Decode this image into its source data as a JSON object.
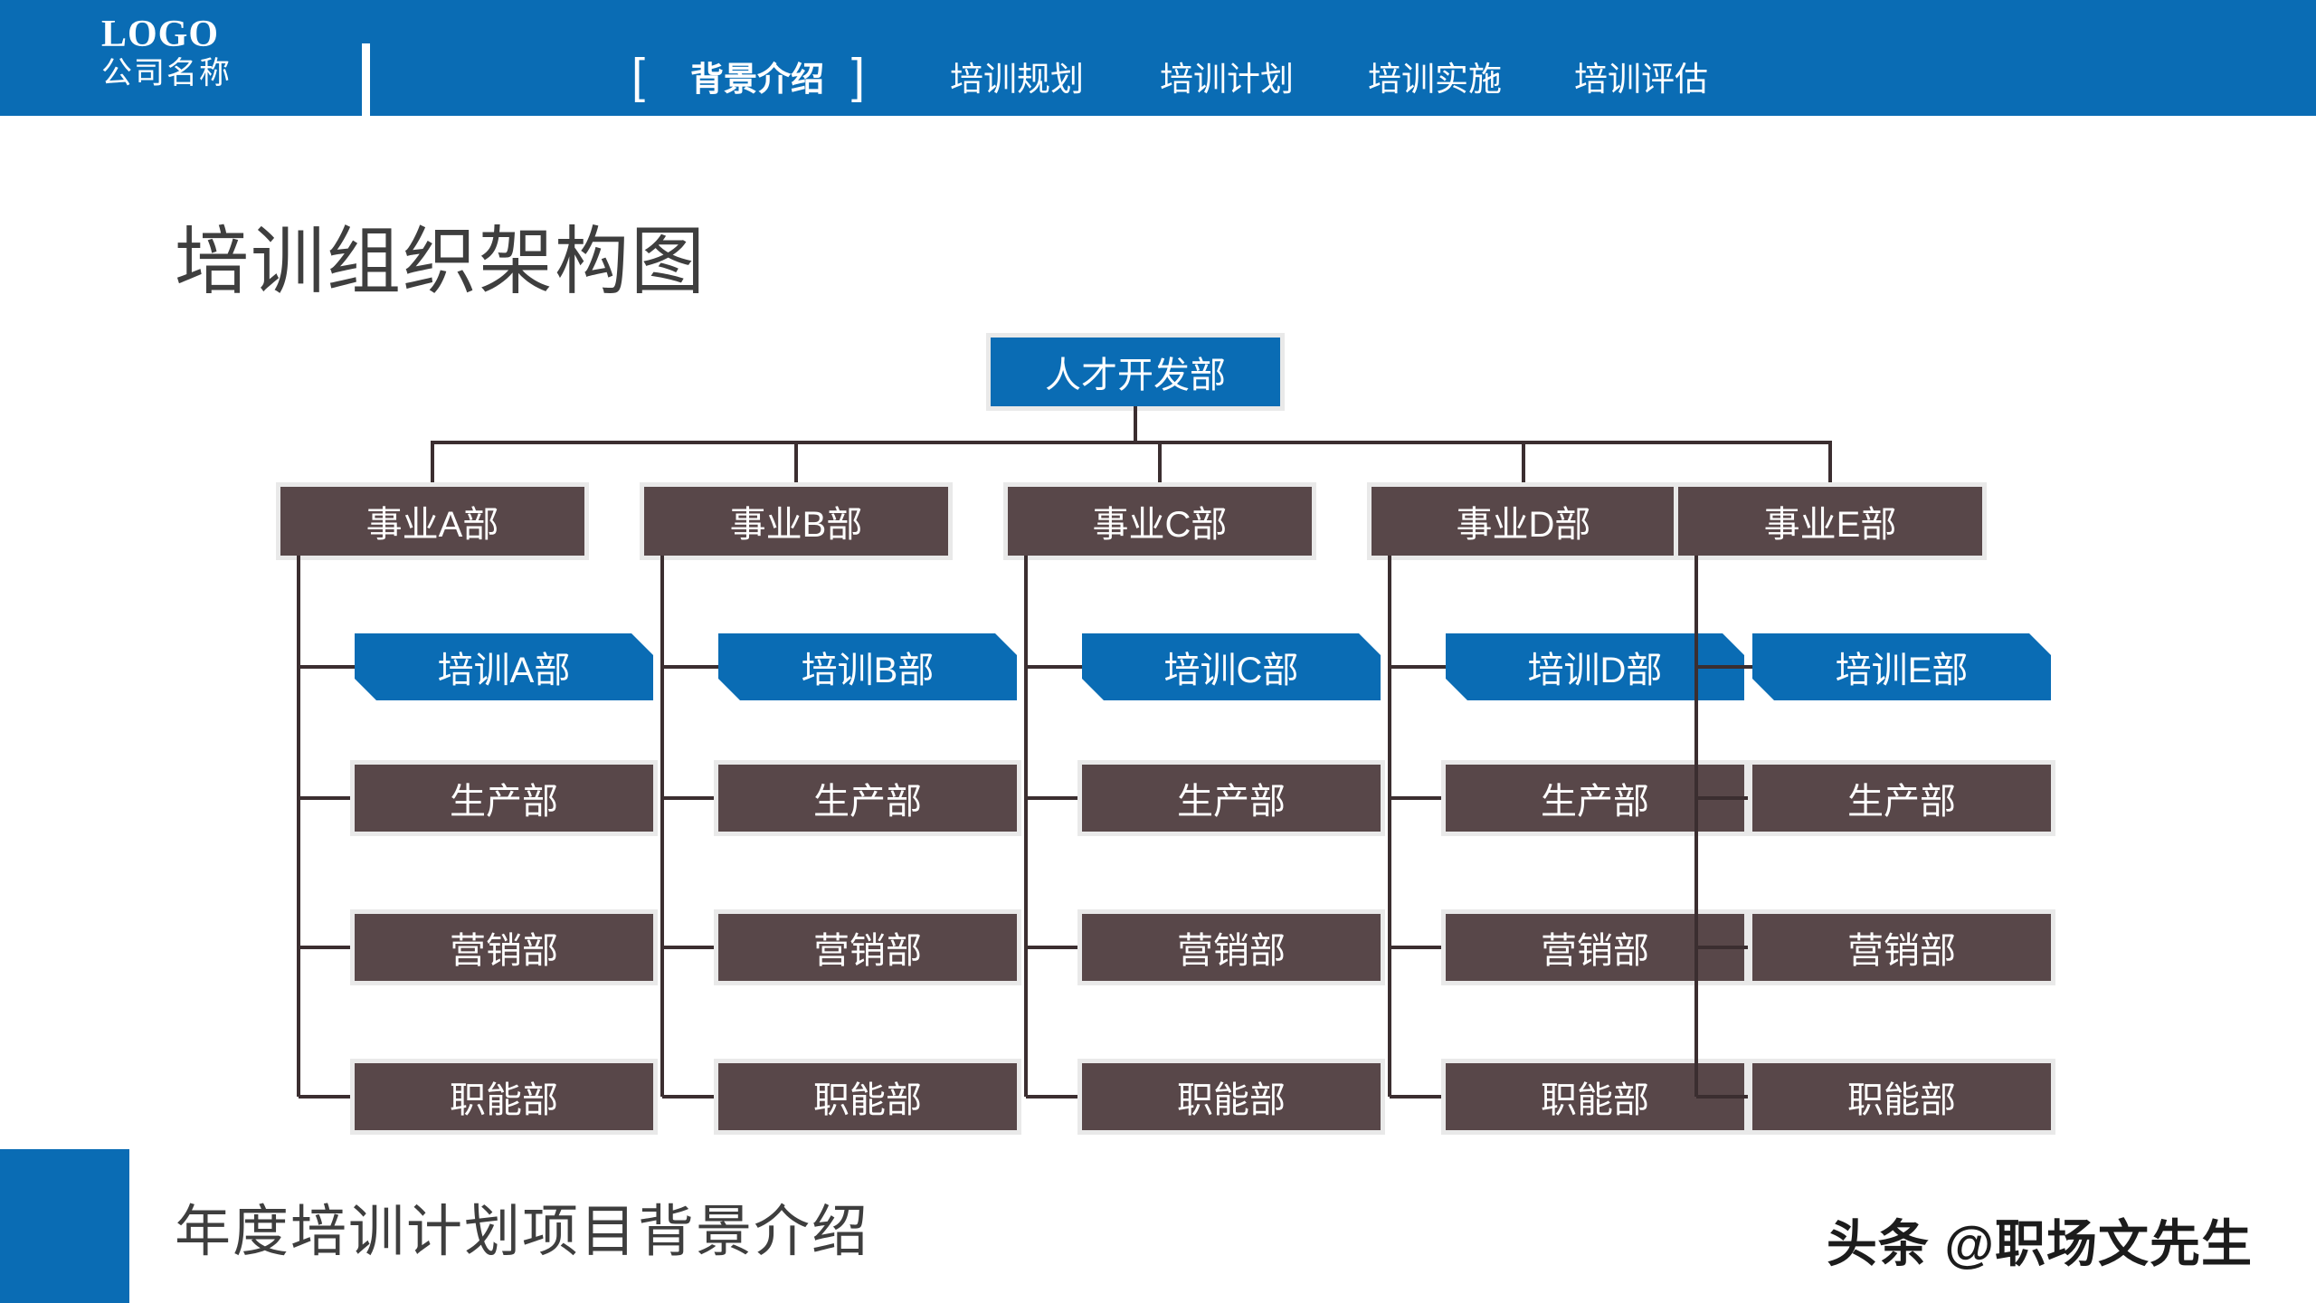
{
  "header": {
    "logo_text": "LOGO",
    "company_name": "公司名称",
    "bracket_left": "[",
    "bracket_right": "]",
    "nav_items": [
      {
        "label": "背景介绍",
        "active": true
      },
      {
        "label": "培训规划",
        "active": false
      },
      {
        "label": "培训计划",
        "active": false
      },
      {
        "label": "培训实施",
        "active": false
      },
      {
        "label": "培训评估",
        "active": false
      }
    ],
    "bar_color": "#0A6CB4"
  },
  "page": {
    "title": "培训组织架构图",
    "title_color": "#3E3E3E"
  },
  "chart_data": {
    "type": "diagram",
    "title": "培训组织架构图",
    "root": {
      "label": "人才开发部",
      "color": "#0A6CB4"
    },
    "departments": [
      {
        "label": "事业A部",
        "color": "#584749",
        "children": [
          {
            "label": "培训A部",
            "color": "#0A6CB4",
            "highlight": true
          },
          {
            "label": "生产部",
            "color": "#584749",
            "highlight": false
          },
          {
            "label": "营销部",
            "color": "#584749",
            "highlight": false
          },
          {
            "label": "职能部",
            "color": "#584749",
            "highlight": false
          }
        ]
      },
      {
        "label": "事业B部",
        "color": "#584749",
        "children": [
          {
            "label": "培训B部",
            "color": "#0A6CB4",
            "highlight": true
          },
          {
            "label": "生产部",
            "color": "#584749",
            "highlight": false
          },
          {
            "label": "营销部",
            "color": "#584749",
            "highlight": false
          },
          {
            "label": "职能部",
            "color": "#584749",
            "highlight": false
          }
        ]
      },
      {
        "label": "事业C部",
        "color": "#584749",
        "children": [
          {
            "label": "培训C部",
            "color": "#0A6CB4",
            "highlight": true
          },
          {
            "label": "生产部",
            "color": "#584749",
            "highlight": false
          },
          {
            "label": "营销部",
            "color": "#584749",
            "highlight": false
          },
          {
            "label": "职能部",
            "color": "#584749",
            "highlight": false
          }
        ]
      },
      {
        "label": "事业D部",
        "color": "#584749",
        "children": [
          {
            "label": "培训D部",
            "color": "#0A6CB4",
            "highlight": true
          },
          {
            "label": "生产部",
            "color": "#584749",
            "highlight": false
          },
          {
            "label": "营销部",
            "color": "#584749",
            "highlight": false
          },
          {
            "label": "职能部",
            "color": "#584749",
            "highlight": false
          }
        ]
      },
      {
        "label": "事业E部",
        "color": "#584749",
        "children": [
          {
            "label": "培训E部",
            "color": "#0A6CB4",
            "highlight": true
          },
          {
            "label": "生产部",
            "color": "#584749",
            "highlight": false
          },
          {
            "label": "营销部",
            "color": "#584749",
            "highlight": false
          },
          {
            "label": "职能部",
            "color": "#584749",
            "highlight": false
          }
        ]
      }
    ],
    "connector_color": "#3B2E30"
  },
  "footer": {
    "title": "年度培训计划项目背景介绍",
    "block_color": "#0A6CB4",
    "watermark": "头条 @职场文先生"
  }
}
